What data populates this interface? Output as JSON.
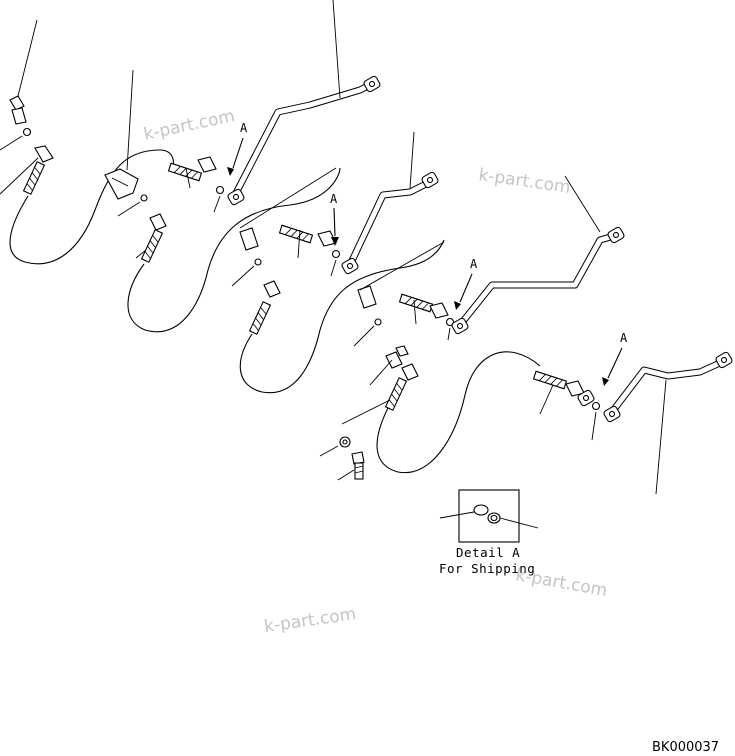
{
  "watermark": "k-part.com",
  "callout_label": "A",
  "detail": {
    "line1": "Detail A",
    "line2": "For Shipping"
  },
  "drawing_code": "BK000037"
}
